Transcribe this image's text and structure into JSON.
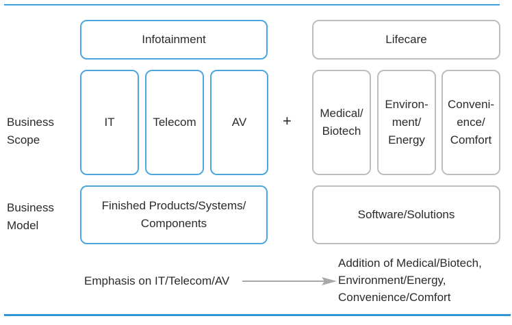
{
  "colors": {
    "infotainment_border": "#4aa6dc",
    "lifecare_border": "#bdbdbd",
    "rule": "#3aa0dc",
    "arrow": "#a8a8a8"
  },
  "groups": {
    "infotainment": {
      "title": "Infotainment",
      "scope": [
        "IT",
        "Telecom",
        "AV"
      ],
      "model": "Finished Products/Systems/\nComponents"
    },
    "lifecare": {
      "title": "Lifecare",
      "scope": [
        "Medical/\nBiotech",
        "Environ-\nment/\nEnergy",
        "Conveni-\nence/\nComfort"
      ],
      "model": "Software/Solutions"
    }
  },
  "row_labels": {
    "scope": "Business\nScope",
    "model": "Business\nModel"
  },
  "connector": "+",
  "transition": {
    "from": "Emphasis on IT/Telecom/AV",
    "to": "Addition of Medical/Biotech,\nEnvironment/Energy,\nConvenience/Comfort"
  }
}
